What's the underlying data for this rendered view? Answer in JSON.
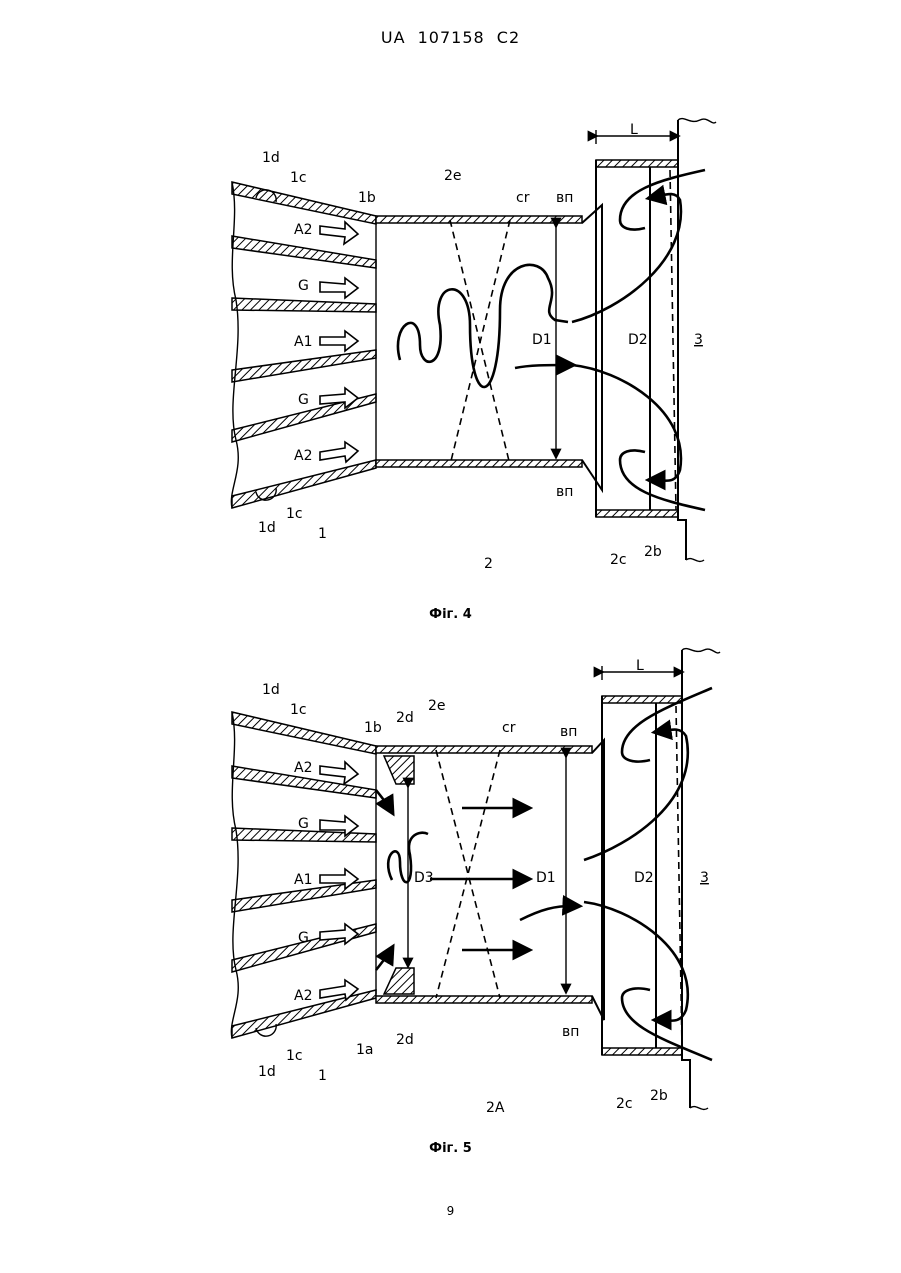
{
  "header": {
    "publication": "UA   107158   C2"
  },
  "figures": [
    {
      "caption": "Фіг. 4",
      "labels": {
        "d1_top": "1d",
        "c_top": "1c",
        "b": "1b",
        "e": "2e",
        "cr": "cr",
        "L": "L",
        "vp_top": "вп",
        "vp_bot": "вп",
        "A2_top": "A2",
        "G_top": "G",
        "A1": "A1",
        "G_bot": "G",
        "A2_bot": "A2",
        "D1": "D1",
        "D2": "D2",
        "n3": "3",
        "d1_bot": "1d",
        "c_bot": "1c",
        "n1": "1",
        "n2": "2",
        "c2": "2c",
        "b2": "2b"
      }
    },
    {
      "caption": "Фіг. 5",
      "labels": {
        "d1_top": "1d",
        "c_top": "1c",
        "b": "1b",
        "d2_top": "2d",
        "e": "2e",
        "cr": "cr",
        "L": "L",
        "vp_top": "вп",
        "vp_bot": "вп",
        "A2_top": "A2",
        "G_top": "G",
        "A1": "A1",
        "G_bot": "G",
        "A2_bot": "A2",
        "D3": "D3",
        "D1": "D1",
        "D2": "D2",
        "n3": "3",
        "d1_bot": "1d",
        "c_bot": "1c",
        "n1": "1",
        "a1": "1a",
        "d2_bot": "2d",
        "n2A": "2A",
        "c2": "2c",
        "b2": "2b"
      }
    }
  ],
  "page_number": "9"
}
